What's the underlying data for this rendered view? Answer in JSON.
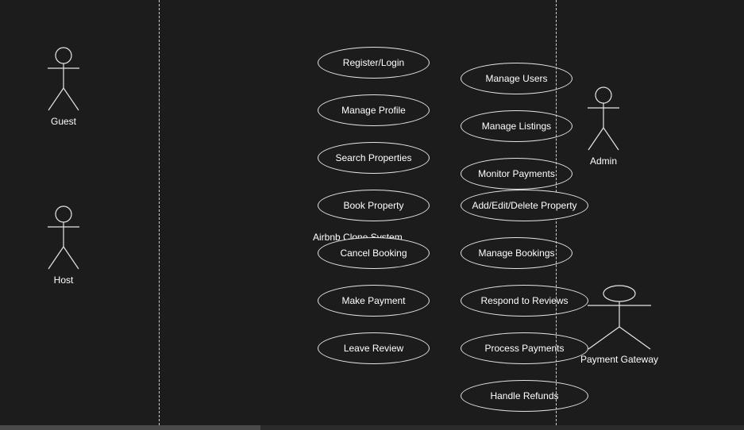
{
  "diagram": {
    "system_label": "Airbnb Clone System",
    "actors": [
      {
        "id": "guest",
        "label": "Guest"
      },
      {
        "id": "host",
        "label": "Host"
      },
      {
        "id": "admin",
        "label": "Admin"
      },
      {
        "id": "payment-gateway",
        "label": "Payment Gateway"
      }
    ],
    "use_cases": [
      "Register/Login",
      "Manage Profile",
      "Search Properties",
      "Book Property",
      "Cancel Booking",
      "Make Payment",
      "Leave Review",
      "Manage Users",
      "Manage Listings",
      "Monitor Payments",
      "Add/Edit/Delete Property",
      "Manage Bookings",
      "Respond to Reviews",
      "Process Payments",
      "Handle Refunds"
    ]
  },
  "colors": {
    "background": "#1c1c1c",
    "stroke": "#e6e6e6",
    "text": "#ffffff"
  }
}
